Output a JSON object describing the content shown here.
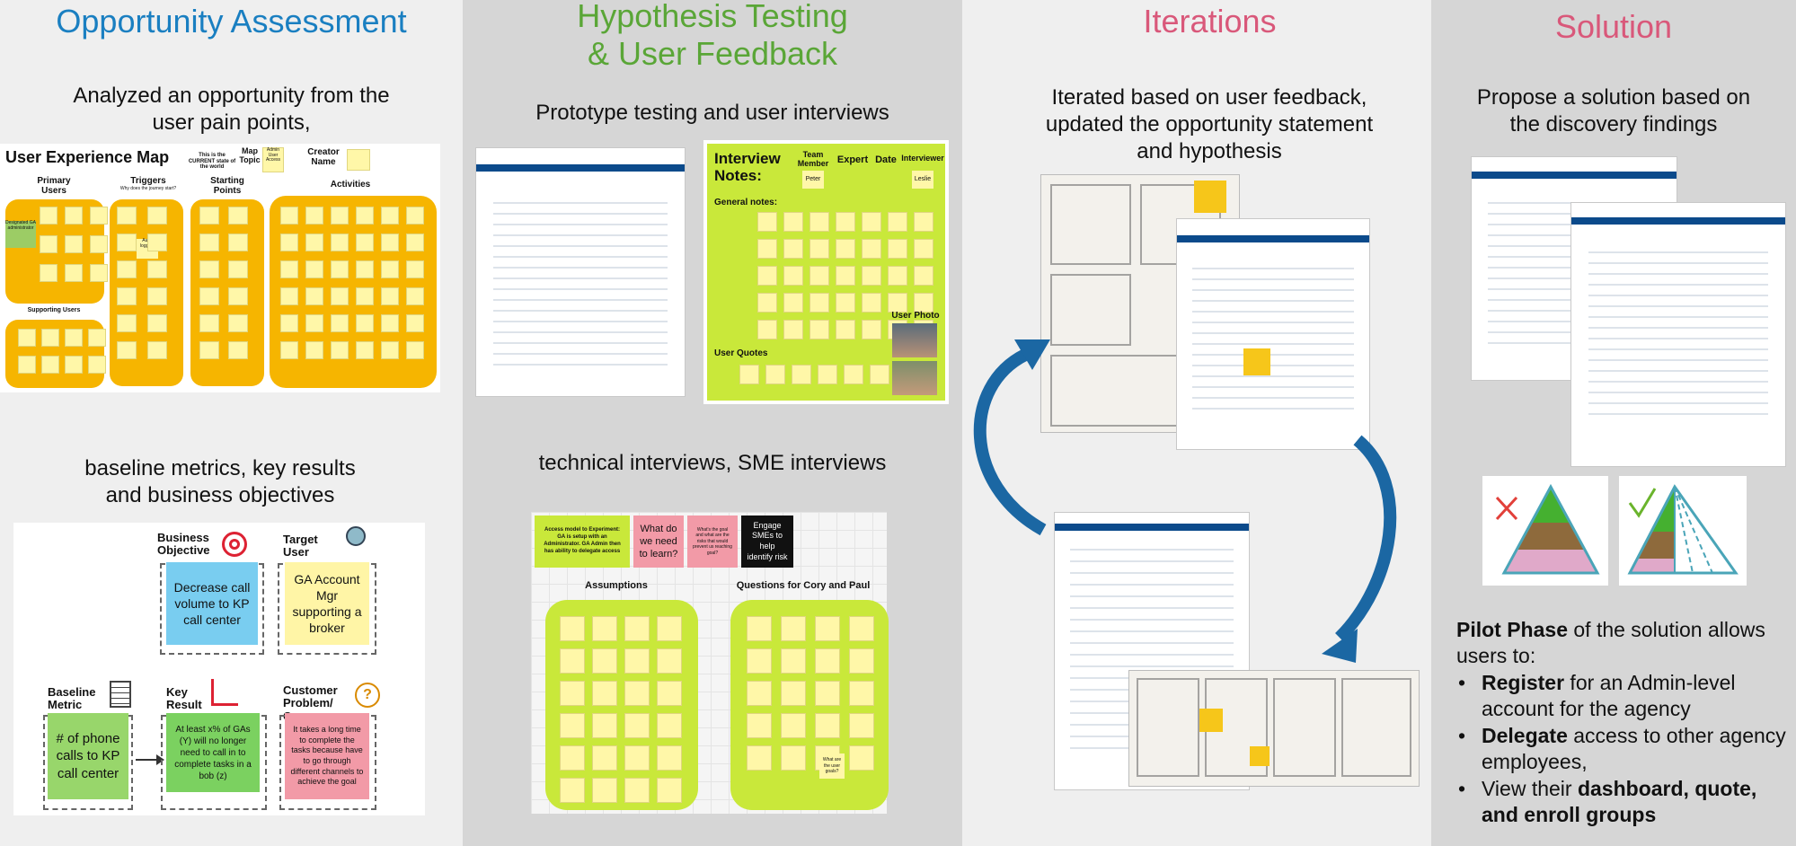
{
  "colors": {
    "blue_title": "#1a7fc1",
    "green_title": "#5aa637",
    "pink_title": "#d9587a",
    "sticky_yellow": "#fff7a8",
    "lime": "#c9e83a",
    "orange": "#f6b500"
  },
  "panel1": {
    "title": "Opportunity Assessment",
    "sub1": "Analyzed an opportunity from the user pain points,",
    "sub2": "baseline metrics, key results and business objectives",
    "map": {
      "heading": "User Experience Map",
      "current_note": "This is the CURRENT state of the world",
      "map_topic": "Map Topic",
      "topic_sticky": "Admin User Access",
      "creator": "Creator Name",
      "primary_users": "Primary Users",
      "triggers": "Triggers",
      "triggers_sub": "Why does the journey start?",
      "starting_points": "Starting Points",
      "activities": "Activities",
      "supporting_users": "Supporting Users",
      "designated": "Designated GA administrator",
      "audit": "Audit logging"
    },
    "metrics": {
      "business_objective_label": "Business Objective",
      "business_objective": "Decrease call volume to KP call center",
      "target_user_label": "Target User",
      "target_user": "GA Account Mgr supporting a broker",
      "baseline_label": "Baseline Metric",
      "baseline": "# of phone calls to KP call center",
      "key_result_label": "Key Result",
      "key_result": "At least x% of GAs (Y) will no longer need to call in to complete tasks in a bob (z)",
      "customer_label": "Customer Problem/ Opp",
      "customer": "It takes a long time to complete the tasks because have to go through different channels to achieve the goal"
    }
  },
  "panel2": {
    "title_l1": "Hypothesis Testing",
    "title_l2": "& User Feedback",
    "sub1": "Prototype testing and user interviews",
    "sub2": "technical interviews, SME interviews",
    "notes": {
      "heading": "Interview Notes:",
      "team_member": "Team Member",
      "expert": "Expert",
      "date": "Date",
      "interviewer": "Interviewer",
      "peter": "Peter",
      "leslie": "Leslie",
      "general_notes": "General notes:",
      "user_photo": "User Photo",
      "user_quotes": "User Quotes"
    },
    "board": {
      "access_model": "Access model to Experiment: GA is setup with an Administrator. GA Admin then has ability to delegate access",
      "what_learn": "What do we need to learn?",
      "what_goal": "What's the goal and what are the risks that would prevent us reaching goal?",
      "engage": "Engage SMEs to help identify risk",
      "assumptions": "Assumptions",
      "questions": "Questions for Cory and Paul",
      "users_goals": "What are the user goals?"
    }
  },
  "panel3": {
    "title": "Iterations",
    "sub": "Iterated based on user feedback, updated the opportunity statement and hypothesis"
  },
  "panel4": {
    "title": "Solution",
    "sub": "Propose a solution based on the discovery findings",
    "pilot": {
      "lead_bold": "Pilot Phase",
      "lead_rest": " of the solution allows users to:",
      "b1_bold": "Register",
      "b1_rest": " for an Admin-level account for the agency",
      "b2_bold": "Delegate",
      "b2_rest": " access to other agency employees,",
      "b3_pre": "View their ",
      "b3_bold": "dashboard, quote, and enroll groups"
    }
  }
}
